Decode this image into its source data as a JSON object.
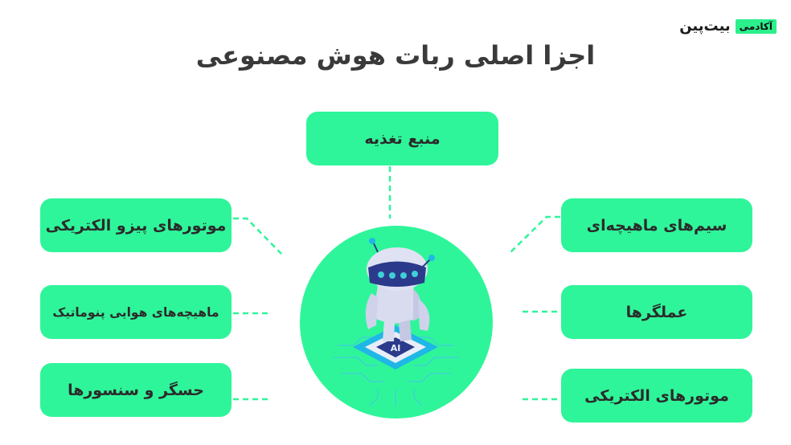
{
  "logo": {
    "badge": "آکادمی",
    "name": "بیت‌پین"
  },
  "title": "اجزا اصلی ربات هوش مصنوعی",
  "center": {
    "chip_label": "AI"
  },
  "boxes": {
    "top": "منبع تغذیه",
    "left_1": "موتورهای پیزو الکتریکی",
    "left_2": "ماهیچه‌های هوایی پنوماتیک",
    "left_3": "حسگر و سنسورها",
    "right_1": "سیم‌های ماهیچه‌ای",
    "right_2": "عملگرها",
    "right_3": "موتورهای الکتریکی"
  },
  "colors": {
    "accent": "#2ff59a",
    "text": "#2b2b2b",
    "robot_body": "#d9dcef",
    "robot_visor": "#2c3a8c",
    "circuit": "#3fd0d8"
  }
}
